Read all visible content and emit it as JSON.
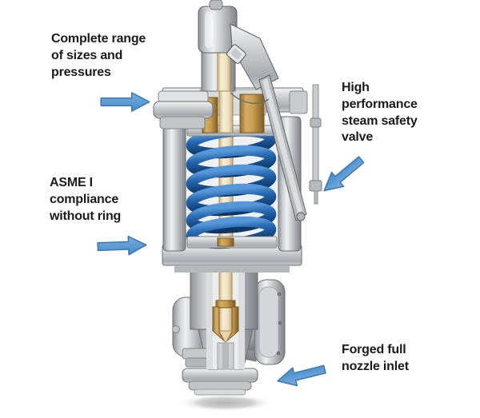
{
  "diagram": {
    "kind": "steam safety valve cutaway illustration",
    "annotations": [
      {
        "id": "range",
        "text": "Complete range of sizes and pressures",
        "arrow_direction": "right"
      },
      {
        "id": "valve",
        "text": "High performance steam safety valve",
        "arrow_direction": "down-left"
      },
      {
        "id": "asme",
        "text": "ASME I compliance without ring",
        "arrow_direction": "right"
      },
      {
        "id": "nozzle",
        "text": "Forged full nozzle inlet",
        "arrow_direction": "left"
      }
    ],
    "colors": {
      "background": "#ffffff",
      "text": "#1b1b1b",
      "arrow_fill": "#5b9bd5",
      "arrow_outline": "#4178b4",
      "spring_blue": "#1d5ca6",
      "brass": "#c79c4f",
      "spindle_cream": "#f2e4c4",
      "metal_light": "#eef0f1",
      "metal_dark": "#7e8388"
    }
  }
}
